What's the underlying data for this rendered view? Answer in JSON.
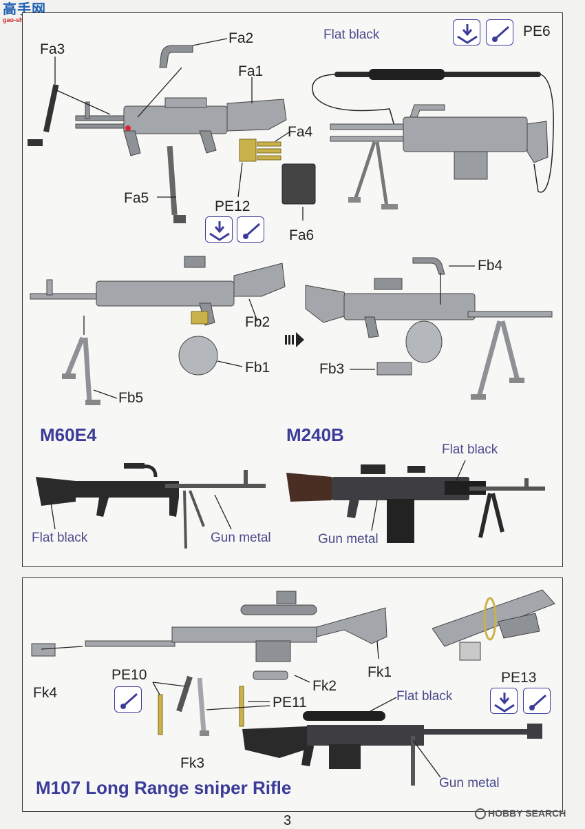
{
  "site_logo": {
    "chinese": "高手网",
    "domain": "gao-shou.com"
  },
  "top_panel": {
    "part_labels": {
      "fa1": "Fa1",
      "fa2": "Fa2",
      "fa3": "Fa3",
      "fa4": "Fa4",
      "fa5": "Fa5",
      "fa6": "Fa6",
      "fb1": "Fb1",
      "fb2": "Fb2",
      "fb3": "Fb3",
      "fb4": "Fb4",
      "fb5": "Fb5"
    },
    "pe_labels": {
      "pe12": "PE12",
      "pe6": "PE6"
    },
    "paint_notes": {
      "strap_color": "Flat black"
    },
    "variants": [
      {
        "title": "M60E4",
        "paint": [
          "Flat black",
          "Gun metal"
        ]
      },
      {
        "title": "M240B",
        "paint": [
          "Flat black",
          "Gun metal"
        ]
      }
    ]
  },
  "bottom_panel": {
    "title": "M107 Long Range sniper Rifle",
    "part_labels": {
      "fk1": "Fk1",
      "fk2": "Fk2",
      "fk3": "Fk3",
      "fk4": "Fk4"
    },
    "pe_labels": {
      "pe10": "PE10",
      "pe11": "PE11",
      "pe13": "PE13"
    },
    "paint_notes": {
      "scope": "Flat black",
      "bipod": "Gun metal"
    }
  },
  "page_number": "3",
  "watermark": {
    "brand": "HOBBY SEARCH"
  },
  "icons": [
    "fold-down-icon",
    "glue-icon",
    "arrow-icon"
  ],
  "colors": {
    "accent": "#3b3b9a",
    "gun_grey": "#8e9196",
    "dark": "#2a2a2a",
    "brass": "#c9b24a"
  }
}
